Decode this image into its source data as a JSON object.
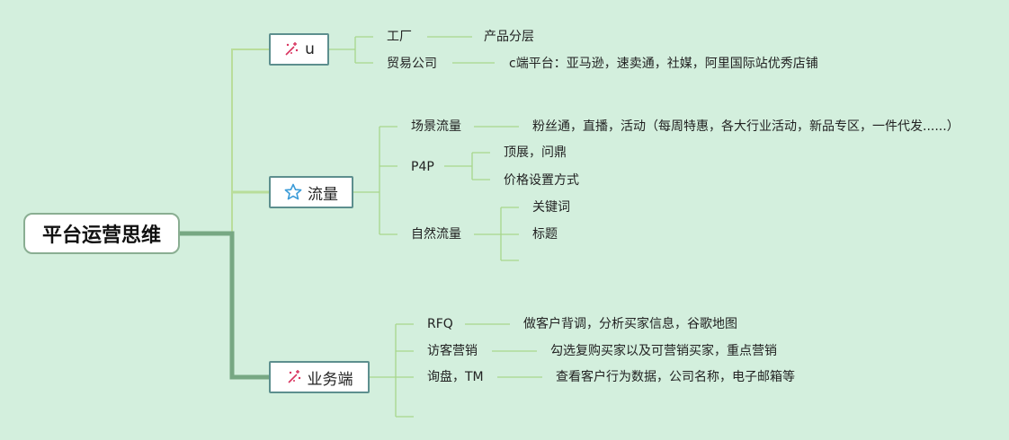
{
  "root": {
    "label": "平台运营思维"
  },
  "branches": [
    {
      "label": "u",
      "icon": "magic-wand-icon",
      "items": [
        {
          "label": "工厂",
          "children": [
            "产品分层"
          ]
        },
        {
          "label": "贸易公司",
          "children": [
            "c端平台：亚马逊，速卖通，社媒，阿里国际站优秀店铺"
          ]
        }
      ]
    },
    {
      "label": "流量",
      "icon": "star-icon",
      "items": [
        {
          "label": "场景流量",
          "children": [
            "粉丝通，直播，活动（每周特惠，各大行业活动，新品专区，一件代发......）"
          ]
        },
        {
          "label": "P4P",
          "children": [
            "顶展，问鼎",
            "价格设置方式"
          ]
        },
        {
          "label": "自然流量",
          "children": [
            "关键词",
            "标题",
            ""
          ]
        }
      ]
    },
    {
      "label": "业务端",
      "icon": "magic-wand-icon",
      "items": [
        {
          "label": "RFQ",
          "children": [
            "做客户背调，分析买家信息，谷歌地图"
          ]
        },
        {
          "label": "访客营销",
          "children": [
            "勾选复购买家以及可营销买家，重点营销"
          ]
        },
        {
          "label": "询盘，TM",
          "children": [
            "查看客户行为数据，公司名称，电子邮箱等"
          ]
        },
        {
          "label": "",
          "children": []
        }
      ]
    }
  ],
  "colors": {
    "background": "#d3efdd",
    "root_connector": "#77a883",
    "branch_connector": "#b9dd9a",
    "leaf_connector": "#a7d68b",
    "branch_border": "#5d8f8e",
    "wand_icon": "#d8325e",
    "star_icon": "#3a9bd8"
  }
}
